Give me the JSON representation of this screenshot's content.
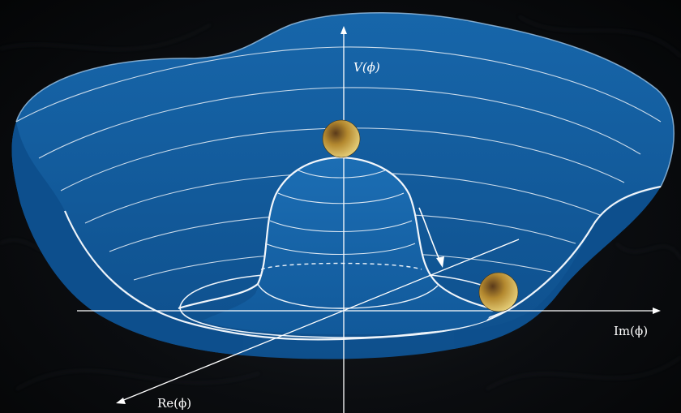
{
  "labels": {
    "v_axis": "V(ϕ)",
    "im_axis": "Im(ϕ)",
    "re_axis": "Re(ϕ)"
  },
  "colors": {
    "background": "#0b0d10",
    "surface": "#105a9b",
    "surface_light": "#1d6fb2",
    "grid_lines": "#e8eef5",
    "ball": "#c9a443"
  },
  "icons": [
    "top-ball-icon",
    "bottom-ball-icon",
    "motion-arrow-icon"
  ]
}
